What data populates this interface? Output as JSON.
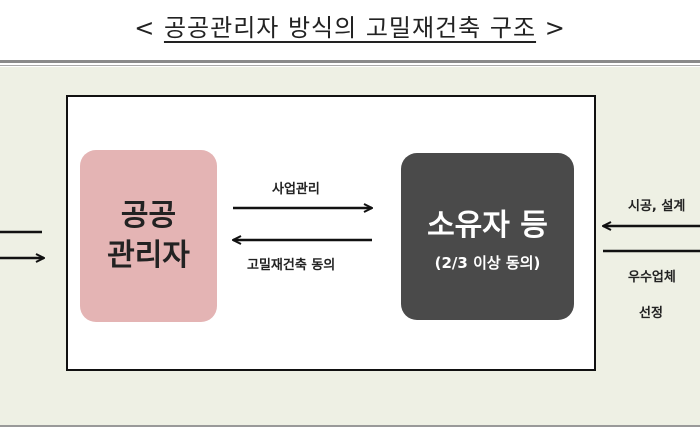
{
  "title": {
    "open": "<",
    "text": "공공관리자 방식의 고밀재건축 구조",
    "close": ">"
  },
  "nodes": {
    "public_manager": [
      "공공",
      "관리자"
    ],
    "owners": {
      "main": "소유자 등",
      "sub": "(2/3 이상 동의)"
    }
  },
  "edges": {
    "to_owners": "사업관리",
    "to_manager": "고밀재건축 동의",
    "right_in": "시공, 설계",
    "right_out_line1": "우수업체",
    "right_out_line2": "선정"
  }
}
